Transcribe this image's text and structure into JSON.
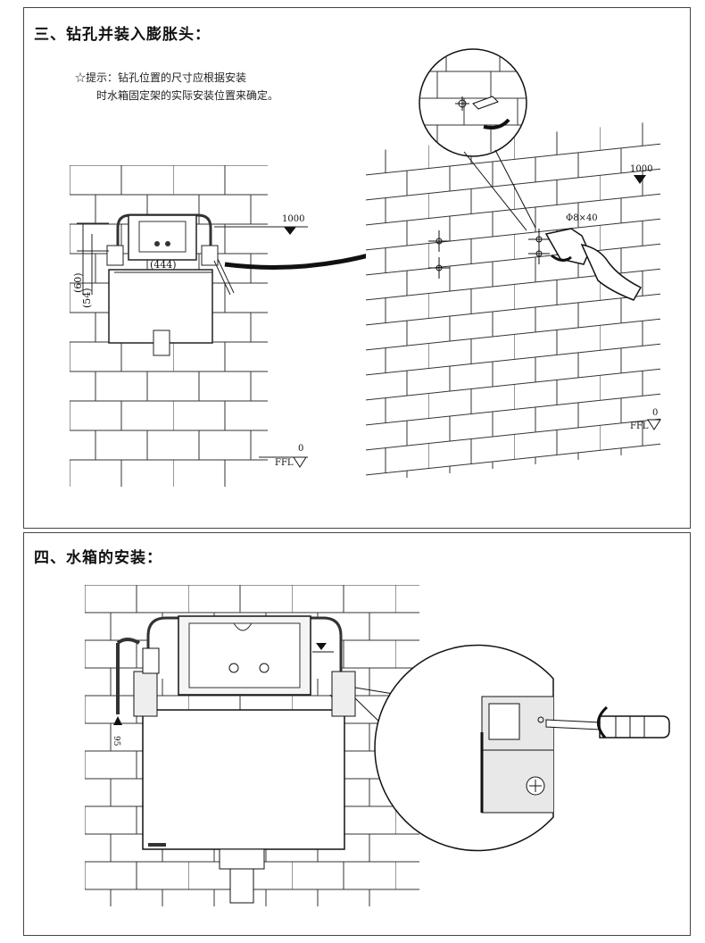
{
  "section3": {
    "title": "三、钻孔并装入膨胀头：",
    "tip_line1": "☆提示：钻孔位置的尺寸应根据安装",
    "tip_line2": "时水箱固定架的实际安装位置来确定。",
    "labels": {
      "height_1000_left": "1000",
      "height_1000_right": "1000",
      "width_444": "(444)",
      "dim_60": "(60)",
      "dim_54": "(54)",
      "ffl_left": "FFL",
      "ffl_zero_left": "0",
      "ffl_right": "FFL",
      "ffl_zero_right": "0",
      "drill_spec": "Φ8×40"
    }
  },
  "section4": {
    "title": "四、水箱的安装：",
    "labels": {
      "dim_95": "95"
    }
  }
}
